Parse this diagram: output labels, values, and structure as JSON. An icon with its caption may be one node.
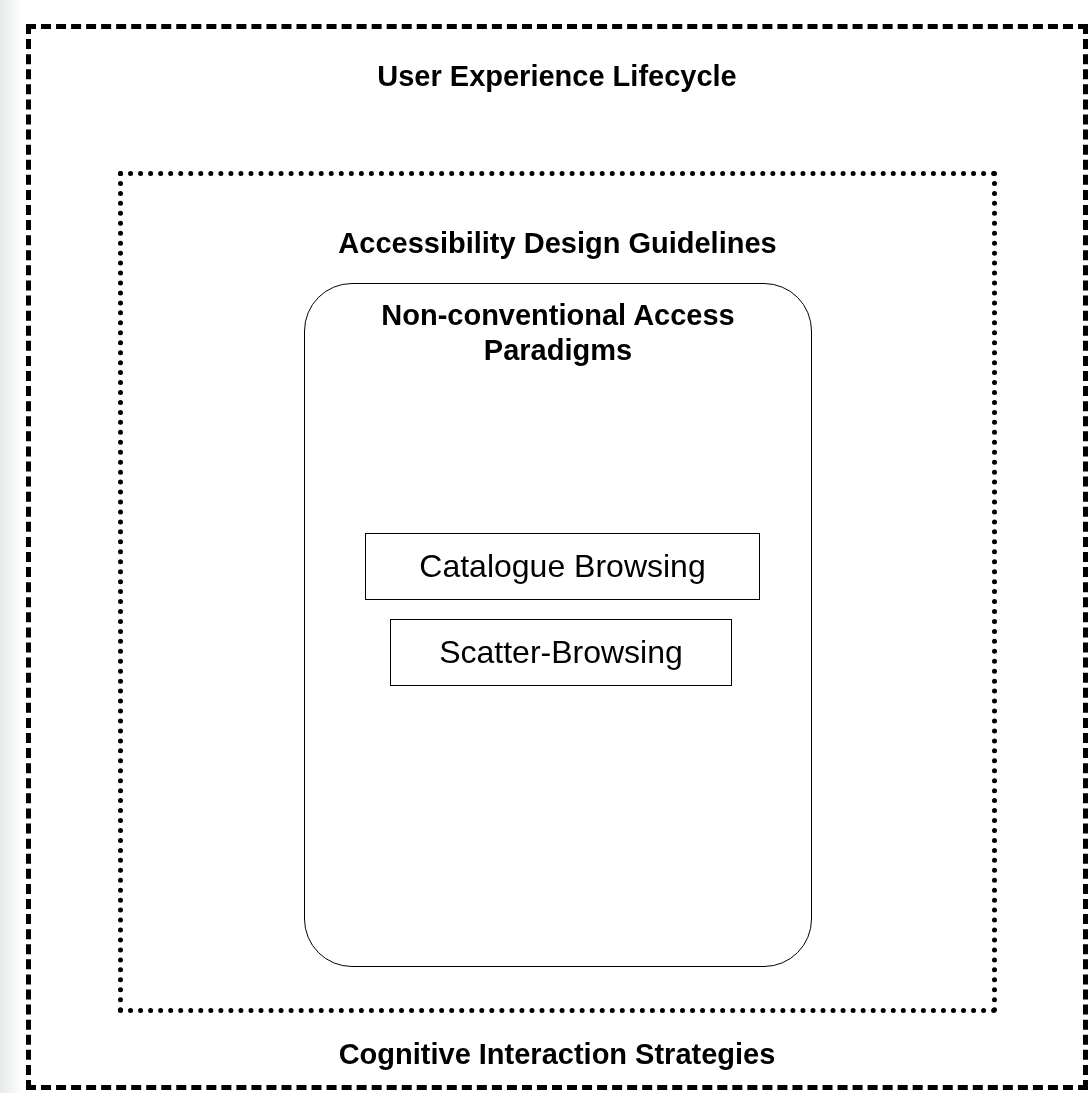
{
  "diagram": {
    "nodes": [
      {
        "text": [
          "User Experience Lifecycle",
          "Cognitive Interaction Strategies"
        ]
      },
      {
        "text": [
          "Accessibility Design Guidelines"
        ],
        "in": 0
      },
      {
        "text": [
          "Non-conventional Access Paradigms"
        ],
        "in": 1
      },
      {
        "text": [
          "Catalogue Browsing"
        ],
        "in": 2
      },
      {
        "text": [
          "Scatter-Browsing"
        ],
        "in": 2
      }
    ]
  }
}
